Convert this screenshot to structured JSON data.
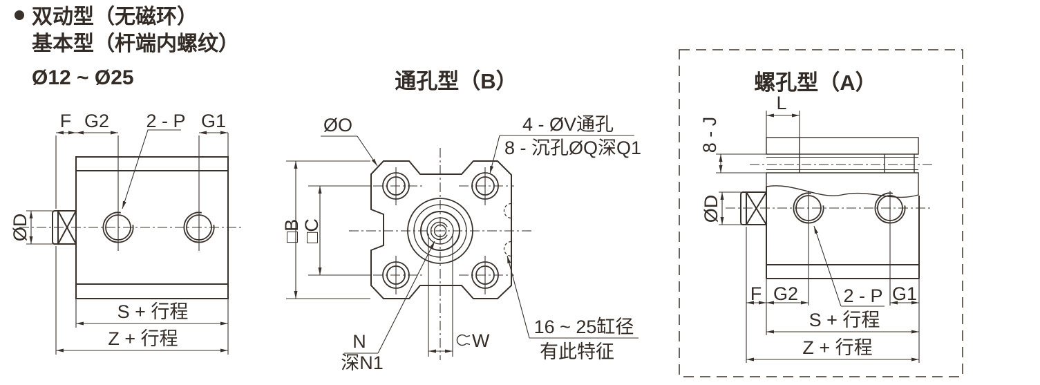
{
  "colors": {
    "line": "#38302a",
    "background": "#ffffff"
  },
  "header": {
    "line1": "双动型（无磁环）",
    "line2": "基本型（杆端内螺纹）",
    "bore_range": "Ø12 ~ Ø25"
  },
  "side_view": {
    "f": "F",
    "g2": "G2",
    "ports": "2 - P",
    "g1": "G1",
    "rod_dia": "ØD",
    "s_stroke": "S + 行程",
    "z_stroke": "Z + 行程"
  },
  "through_view": {
    "title": "通孔型（B）",
    "body_dia": "ØO",
    "hole_note1": "4 - ØV通孔",
    "hole_note2": "8 - 沉孔ØQ深Q1",
    "b": "□B",
    "c": "□C",
    "n": "N",
    "n_depth": "深N1",
    "w": "W",
    "feature1": "16 ~ 25缸径",
    "feature2": "有此特征"
  },
  "threaded_view": {
    "title": "螺孔型（A）",
    "l": "L",
    "j": "8 - J",
    "rod_dia": "ØD",
    "f": "F",
    "g2": "G2",
    "ports": "2 - P",
    "g1": "G1",
    "s_stroke": "S + 行程",
    "z_stroke": "Z + 行程"
  }
}
